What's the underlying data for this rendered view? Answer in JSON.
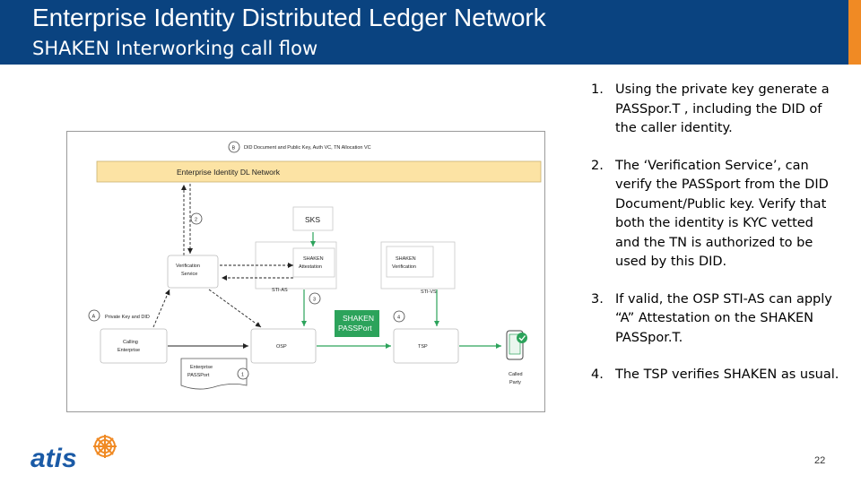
{
  "header": {
    "title": "Enterprise Identity Distributed Ledger Network",
    "subtitle": "SHAKEN Interworking call flow"
  },
  "colors": {
    "header_bg": "#0a4380",
    "accent": "#f08a24",
    "dl_network_box": "#fce3a4",
    "passport_green": "#2ca35b",
    "logo_blue": "#1a5aa6",
    "logo_orange": "#f08a24"
  },
  "diagram": {
    "marker_b": "B",
    "top_note": "DID Document and Public Key, Auth VC, TN Allocation VC",
    "dl_network": "Enterprise Identity DL Network",
    "marker_2": "2",
    "sks": "SKS",
    "verification_service": [
      "Verification",
      "Service"
    ],
    "shaken_attestation": [
      "SHAKEN",
      "Attestation"
    ],
    "shaken_verification": [
      "SHAKEN",
      "Verification"
    ],
    "sti_as": "STI-AS",
    "sti_vs": "STI-VS",
    "marker_3": "3",
    "marker_a": "A",
    "private_key_note": "Private Key and DID",
    "shaken_passport": [
      "SHAKEN",
      "PASSPort"
    ],
    "marker_4": "4",
    "calling_enterprise": [
      "Calling",
      "Enterprise"
    ],
    "osp": "OSP",
    "tsp": "TSP",
    "enterprise_passport": [
      "Enterprise",
      "PASSPort"
    ],
    "marker_1": "1",
    "called_party": [
      "Called",
      "Party"
    ]
  },
  "steps": [
    {
      "num": "1.",
      "text": "Using the private key generate a PASSpor.T , including the DID of the caller identity."
    },
    {
      "num": "2.",
      "text": "The ‘Verification Service’, can verify the PASSport from the DID Document/Public key. Verify that both the identity is KYC vetted and the TN is authorized to be used by this DID."
    },
    {
      "num": "3.",
      "text": "If valid, the OSP STI-AS can apply “A” Attestation on the SHAKEN PASSpor.T."
    },
    {
      "num": "4.",
      "text": "The TSP verifies SHAKEN as usual."
    }
  ],
  "logo_text": "atis",
  "page_number": "22"
}
